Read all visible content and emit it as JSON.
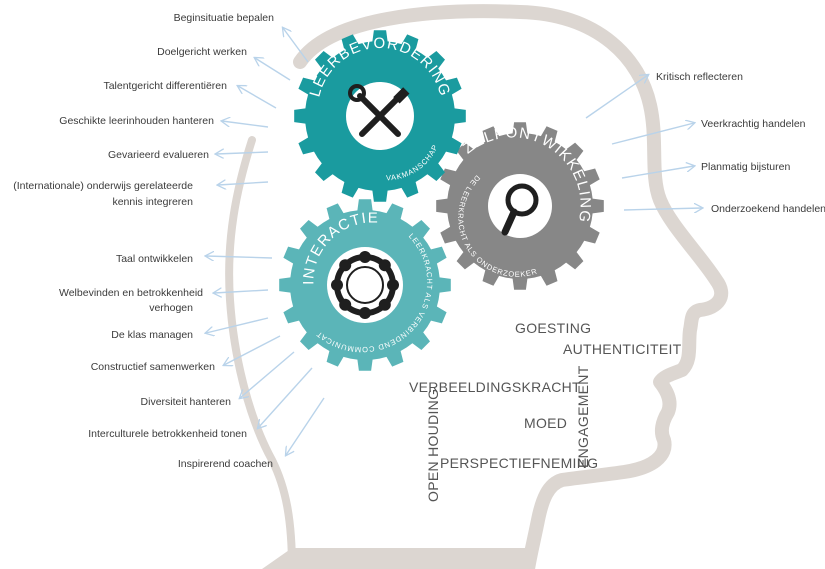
{
  "colors": {
    "teal_dark": "#1a9b9f",
    "teal_light": "#5bb5b8",
    "gray_gear": "#878787",
    "arrow": "#b9d3ea",
    "head_outline": "#dcd6d1",
    "text": "#3b3b3b",
    "keyword": "#555555"
  },
  "gears": {
    "leerbevordering": {
      "title": "LEERBEVORDERING",
      "subtitle": "VAKMANSCHAP",
      "icon": "wrench-screwdriver-icon"
    },
    "zelfontwikkeling": {
      "title": "ZELFONTWIKKELING",
      "subtitle": "DE LEERKRACHT ALS ONDERZOEKER",
      "icon": "magnifier-icon"
    },
    "interactie": {
      "title": "INTERACTIE",
      "subtitle": "DE LEERKRACHT ALS VERBINDEND COMMUNICATOR",
      "icon": "people-circle-icon"
    }
  },
  "left_items": [
    "Beginsituatie bepalen",
    "Doelgericht werken",
    "Talentgericht differentiëren",
    "Geschikte leerinhouden hanteren",
    "Gevarieerd evalueren",
    "(Internationale) onderwijs gerelateerde",
    "kennis integreren",
    "Taal ontwikkelen",
    "Welbevinden en betrokkenheid",
    "verhogen",
    "De klas managen",
    "Constructief samenwerken",
    "Diversiteit hanteren",
    "Interculturele betrokkenheid tonen",
    "Inspirerend coachen"
  ],
  "right_items": [
    "Kritisch reflecteren",
    "Veerkrachtig handelen",
    "Planmatig bijsturen",
    "Onderzoekend handelen"
  ],
  "keywords": [
    "GOESTING",
    "AUTHENTICITEIT",
    "VERBEELDINGSKRACHT",
    "ENGAGEMENT",
    "MOED",
    "OPEN HOUDING",
    "PERSPECTIEFNEMING"
  ]
}
